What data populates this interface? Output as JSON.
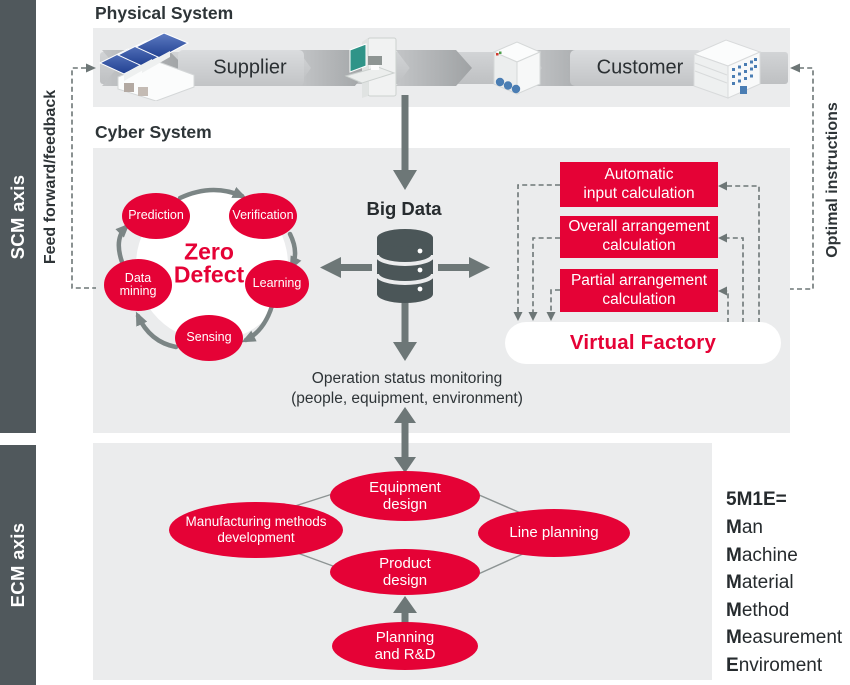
{
  "colors": {
    "accent_red": "#e50236",
    "panel_gray": "#ebeced",
    "axis_bar": "#50585c",
    "arrow_gray": "#6d7777",
    "cycle_arrow_gray": "#7b8585",
    "dashed_line": "#6d7676",
    "connector_line": "#8d9494",
    "ink": "#2e3437",
    "db_icon": "#4b5658",
    "factory_roof_blue": "#2c4d9b",
    "window_blue": "#4a7db3"
  },
  "axes": {
    "scm": "SCM axis",
    "ecm": "ECM axis"
  },
  "headers": {
    "physical": "Physical System",
    "cyber": "Cyber System"
  },
  "side_labels": {
    "left": "Feed forward/feedback",
    "right": "Optimal instructions"
  },
  "physical": {
    "supplier_label": "Supplier",
    "customer_label": "Customer",
    "icons": [
      "factory-icon",
      "machining-center-icon",
      "inspection-machine-icon",
      "office-building-icon"
    ]
  },
  "cyber": {
    "big_data_label": "Big Data",
    "database_icon": "database-icon",
    "zero_defect": {
      "line1": "Zero",
      "line2": "Defect",
      "cycle": [
        "Prediction",
        "Verification",
        "Learning",
        "Sensing",
        "Data mining"
      ]
    },
    "calc_boxes": [
      {
        "line1": "Automatic",
        "line2": "input calculation"
      },
      {
        "line1": "Overall arrangement",
        "line2": "calculation"
      },
      {
        "line1": "Partial arrangement",
        "line2": "calculation"
      }
    ],
    "virtual_factory_label": "Virtual Factory",
    "monitoring": {
      "line1": "Operation status monitoring",
      "line2": "(people, equipment, environment)"
    }
  },
  "ecm": {
    "equipment": {
      "line1": "Equipment",
      "line2": "design"
    },
    "manufacturing": {
      "line1": "Manufacturing methods",
      "line2": "development"
    },
    "line_planning": {
      "line1": "Line planning"
    },
    "product": {
      "line1": "Product",
      "line2": "design"
    },
    "planning_rd": {
      "line1": "Planning",
      "line2": "and R&D"
    }
  },
  "legend": {
    "title": "5M1E=",
    "items": [
      {
        "bold": "M",
        "rest": "an"
      },
      {
        "bold": "M",
        "rest": "achine"
      },
      {
        "bold": "M",
        "rest": "aterial"
      },
      {
        "bold": "M",
        "rest": "ethod"
      },
      {
        "bold": "M",
        "rest": "easurement"
      },
      {
        "bold": "E",
        "rest": "nviroment"
      }
    ]
  }
}
